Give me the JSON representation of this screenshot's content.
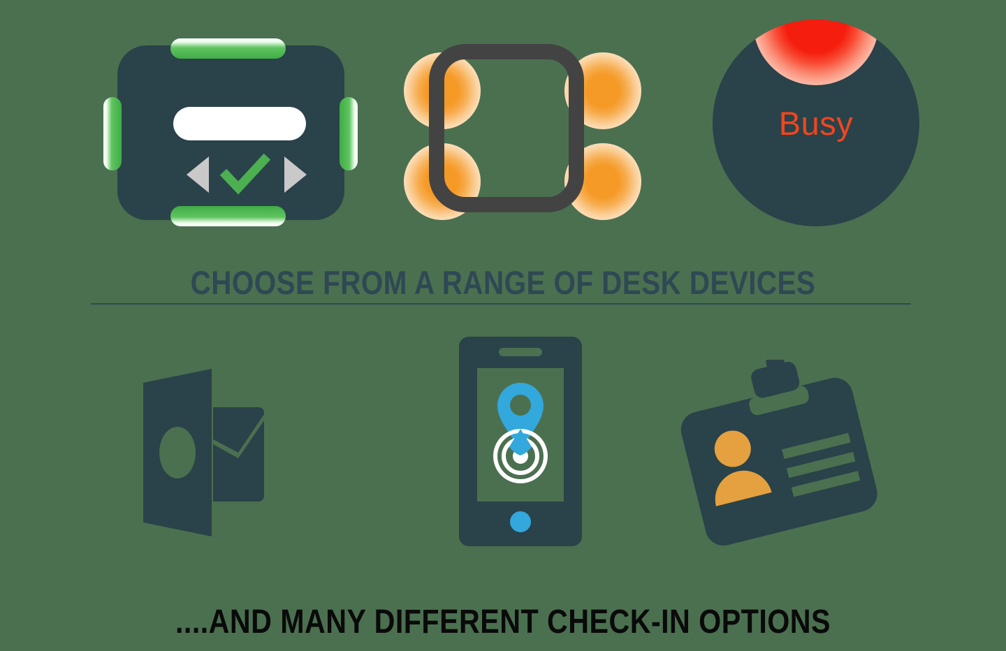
{
  "theme": {
    "background": "#4b7050",
    "dark_teal": "#2a4249",
    "green_accent": "#4caf50",
    "led_green": "#40ac46",
    "orange": "#f59a27",
    "badge_orange": "#e5a03f",
    "red": "#f51d0e",
    "busy_text": "#f0461e",
    "blue": "#32a8dd",
    "frame_grey": "#434343",
    "arrow_grey": "#c9c9c9",
    "heading_top_color": "#2f4854",
    "heading_bottom_color": "#0a0a0a",
    "white": "#ffffff"
  },
  "sections": {
    "desk_devices": {
      "heading": "CHOOSE FROM A RANGE OF DESK DEVICES",
      "devices": [
        {
          "name": "led-status-panel",
          "display_value": "",
          "indicator_state": "available",
          "controls": [
            "left-arrow",
            "checkmark",
            "right-arrow"
          ],
          "led_color": "#40ac46"
        },
        {
          "name": "square-frame-sensor",
          "indicator_state": "occupied",
          "led_color": "#f59a27",
          "led_count": 4
        },
        {
          "name": "busy-puck",
          "label": "Busy",
          "indicator_state": "busy",
          "led_color": "#f51d0e"
        }
      ]
    },
    "checkin_options": {
      "heading": "....AND MANY DIFFERENT CHECK-IN OPTIONS",
      "options": [
        {
          "name": "outlook-calendar",
          "icon": "outlook-icon"
        },
        {
          "name": "mobile-app",
          "icon": "phone-location-icon"
        },
        {
          "name": "id-badge",
          "icon": "id-badge-icon"
        }
      ]
    }
  }
}
